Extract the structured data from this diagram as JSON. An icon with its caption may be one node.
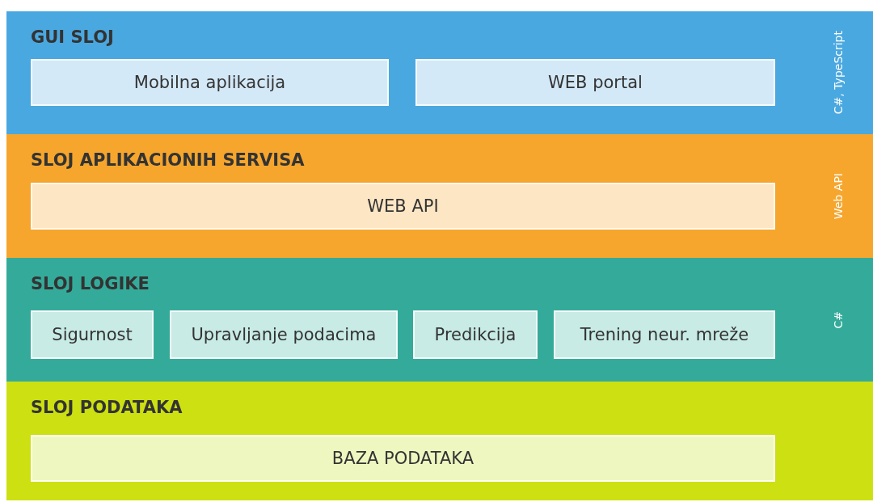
{
  "diagram": {
    "nodes": [
      {
        "text": [
          "GUI SLOJ",
          "C#, TypeScript"
        ]
      },
      {
        "text": [
          "Mobilna aplikacija"
        ],
        "in": 0
      },
      {
        "text": [
          "WEB portal"
        ],
        "in": 0
      },
      {
        "text": [
          "SLOJ APLIKACIONIH SERVISA",
          "Web API"
        ]
      },
      {
        "text": [
          "WEB API"
        ],
        "in": 3
      },
      {
        "text": [
          "SLOJ LOGIKE",
          "C#"
        ]
      },
      {
        "text": [
          "Sigurnost"
        ],
        "in": 5
      },
      {
        "text": [
          "Upravljanje podacima"
        ],
        "in": 5
      },
      {
        "text": [
          "Predikcija"
        ],
        "in": 5
      },
      {
        "text": [
          "Trening neur. mreže"
        ],
        "in": 5
      },
      {
        "text": [
          "SLOJ PODATAKA"
        ]
      },
      {
        "text": [
          "BAZA PODATAKA"
        ],
        "in": 10
      }
    ]
  }
}
